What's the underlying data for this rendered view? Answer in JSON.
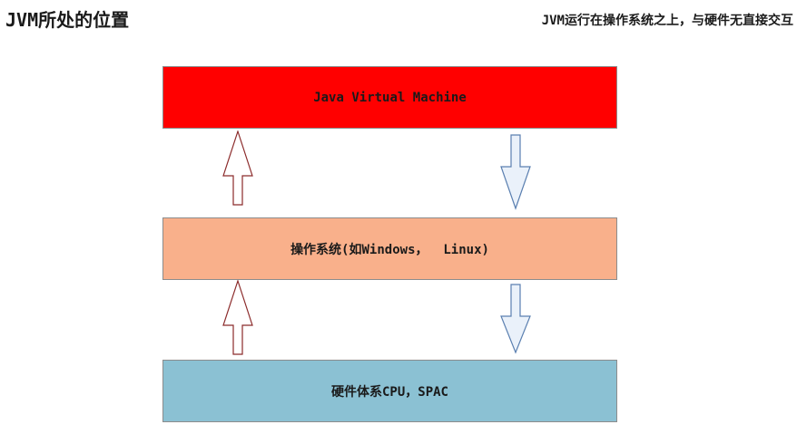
{
  "header": {
    "title": "JVM所处的位置",
    "subtitle": "JVM运行在操作系统之上，与硬件无直接交互"
  },
  "layers": [
    {
      "label": "Java Virtual Machine",
      "color": "#ff0000"
    },
    {
      "label": "操作系统(如Windows，  Linux)",
      "color": "#f9b08b"
    },
    {
      "label": "硬件体系CPU，SPAC",
      "color": "#8bc1d3"
    }
  ],
  "arrows": {
    "up_stroke": "#8b2a2a",
    "down_stroke": "#5a7fb0",
    "down_fill": "#eaf1fa"
  }
}
